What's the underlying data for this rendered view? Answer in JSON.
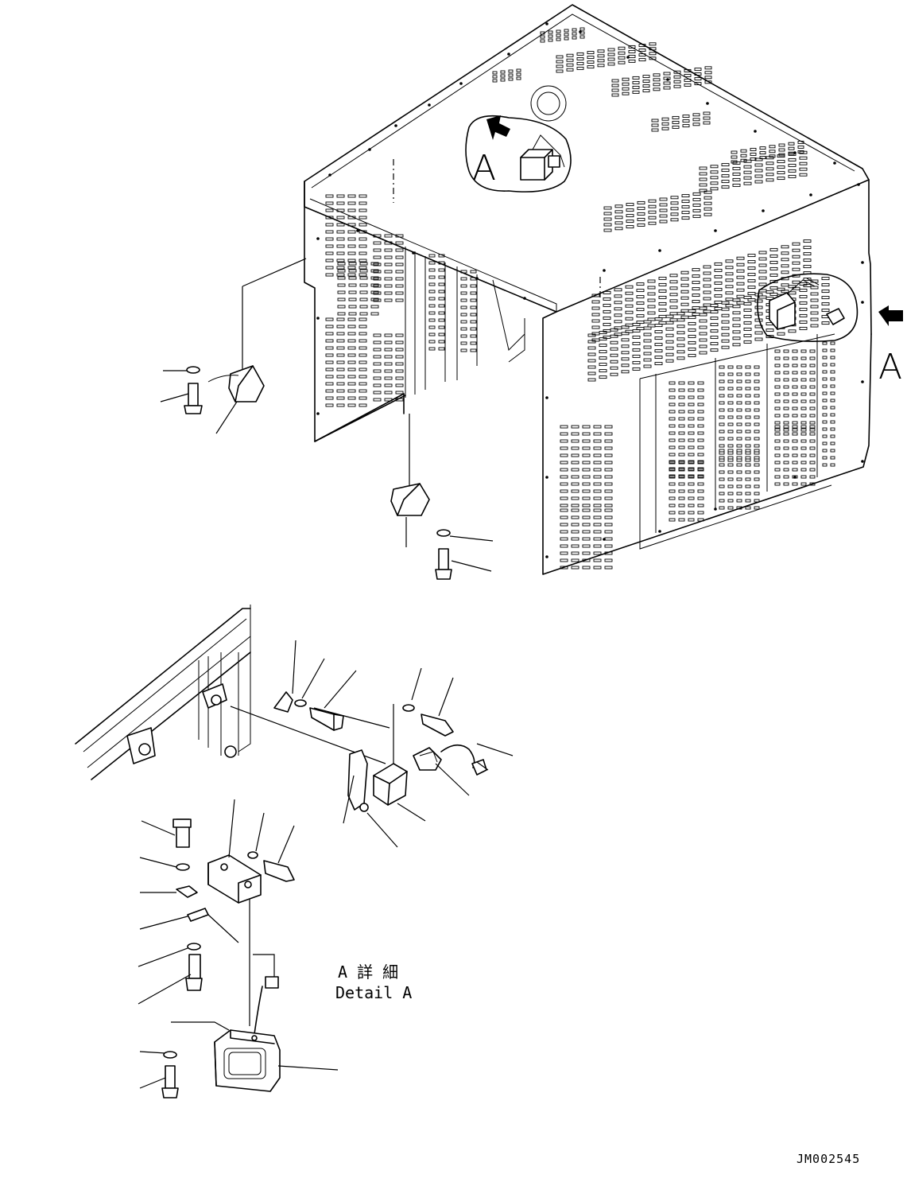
{
  "callout_a_top": "A",
  "callout_a_right": "A",
  "detail_title_jp": "A 詳 細",
  "detail_title_en": "Detail A",
  "drawing_number": "JM002545"
}
